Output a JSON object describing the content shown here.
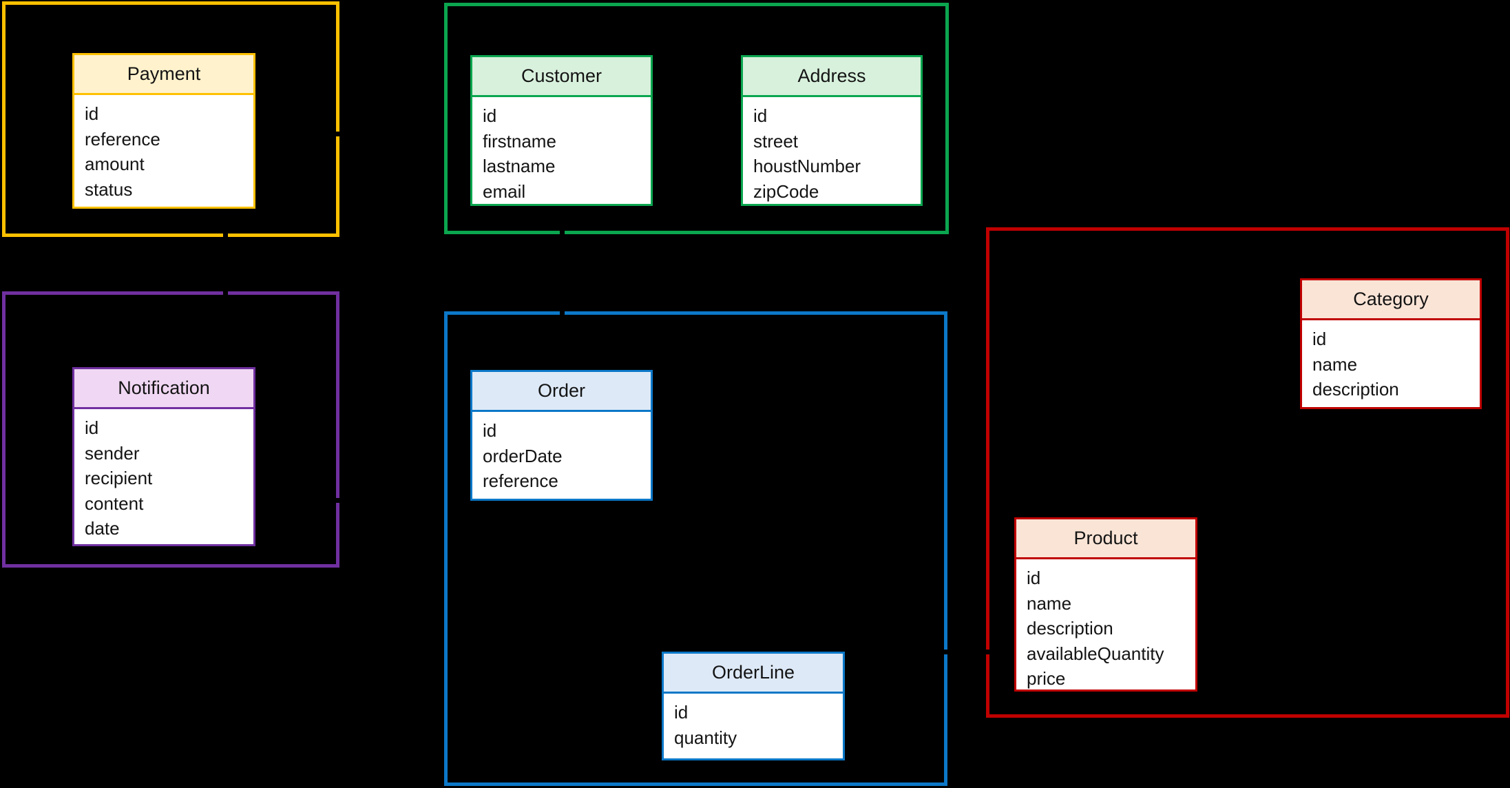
{
  "diagram": {
    "type": "domain-model-diagram",
    "background": "#000000",
    "contexts": {
      "payment": {
        "accent": "#FFC000"
      },
      "customer": {
        "accent": "#0BA64F"
      },
      "notification": {
        "accent": "#7030A0"
      },
      "order": {
        "accent": "#0C78C8"
      },
      "product": {
        "accent": "#C00000"
      }
    },
    "entities": {
      "payment": {
        "title": "Payment",
        "header_fill": "#FFF2CC",
        "fields": [
          "id",
          "reference",
          "amount",
          "status"
        ]
      },
      "customer": {
        "title": "Customer",
        "header_fill": "#D8F1DC",
        "fields": [
          "id",
          "firstname",
          "lastname",
          "email"
        ]
      },
      "address": {
        "title": "Address",
        "header_fill": "#D8F1DC",
        "fields": [
          "id",
          "street",
          "houstNumber",
          "zipCode"
        ]
      },
      "notification": {
        "title": "Notification",
        "header_fill": "#F0D7F3",
        "fields": [
          "id",
          "sender",
          "recipient",
          "content",
          "date"
        ]
      },
      "order": {
        "title": "Order",
        "header_fill": "#DDE9F7",
        "fields": [
          "id",
          "orderDate",
          "reference"
        ]
      },
      "orderline": {
        "title": "OrderLine",
        "header_fill": "#DDE9F7",
        "fields": [
          "id",
          "quantity"
        ]
      },
      "category": {
        "title": "Category",
        "header_fill": "#FAE4D6",
        "fields": [
          "id",
          "name",
          "description"
        ]
      },
      "product": {
        "title": "Product",
        "header_fill": "#FAE4D6",
        "fields": [
          "id",
          "name",
          "description",
          "availableQuantity",
          "price"
        ]
      }
    }
  }
}
